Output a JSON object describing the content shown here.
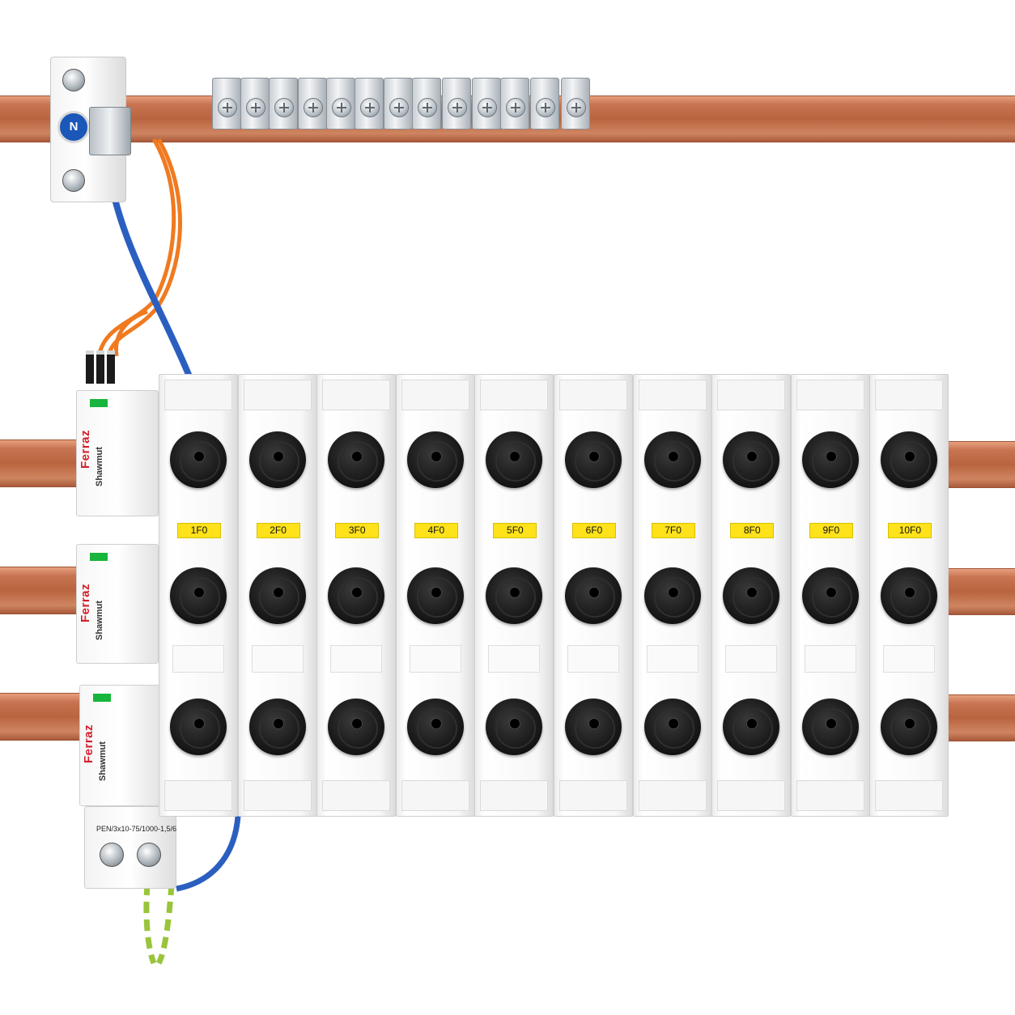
{
  "neutral_block": {
    "badge": "N"
  },
  "spd_units": [
    {
      "brand": "Ferraz",
      "model": "Shawmut"
    },
    {
      "brand": "Ferraz",
      "model": "Shawmut"
    },
    {
      "brand": "Ferraz",
      "model": "Shawmut"
    }
  ],
  "spd_base": {
    "code": "PEN/3x10-75/1000-1,5/6"
  },
  "fuse_modules": [
    {
      "label": "1F0"
    },
    {
      "label": "2F0"
    },
    {
      "label": "3F0"
    },
    {
      "label": "4F0"
    },
    {
      "label": "5F0"
    },
    {
      "label": "6F0"
    },
    {
      "label": "7F0"
    },
    {
      "label": "8F0"
    },
    {
      "label": "9F0"
    },
    {
      "label": "10F0"
    }
  ],
  "colors": {
    "copper": "#b9643f",
    "neutral_badge": "#1a57b8",
    "fuse_label": "#ffe21a",
    "spd_indicator": "#18b53c",
    "brand_red": "#d31f2b",
    "wire_blue": "#2a5fc0",
    "wire_orange": "#f07a20",
    "wire_green_yellow": "#9ac43a"
  }
}
